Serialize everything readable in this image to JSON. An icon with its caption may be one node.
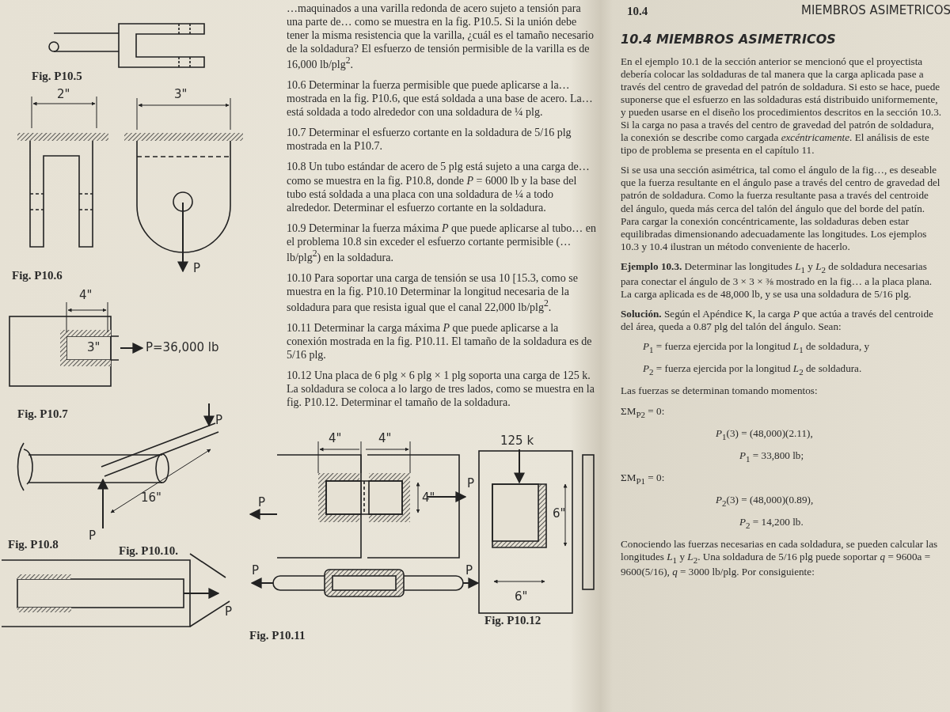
{
  "diagram": {
    "title": "10.4 MIEMBROS ASIMETRICOS",
    "labels": [
      "Fig. P10.5",
      "2\"",
      "3\"",
      "P",
      "Fig. P10.6",
      "4\"",
      "3\"",
      "P=36,000 lb",
      "Fig. P10.7",
      "P",
      "16\"",
      "P",
      "Fig. P10.8",
      "P",
      "…maquinados a una varilla redonda de acero sujeto a tensión para una parte de… como se muestra en la fig. P10.5. Si la unión debe tener la misma resistencia que la varilla, ¿cuál es el tamaño necesario de la soldadura? El esfuerzo de tensión permisible de la varilla es de 16,000 lb/plg$^{2}$.",
      "10.6 Determinar la fuerza permisible que puede aplicarse a la… mostrada en la fig. P10.6, que está soldada a una base de acero. La… está soldada a todo alrededor con una soldadura de ¼ plg.",
      "10.7 Determinar el esfuerzo cortante en la soldadura de 5/16 plg mostrada en la P10.7.",
      "10.8 Un tubo estándar de acero de 5 plg está sujeto a una carga de… como se muestra en la fig. P10.8, donde *P* = 6000 lb y la base del tubo está soldada a una placa con una soldadura de ¼ a todo alrededor. Determinar el esfuerzo cortante en la soldadura.",
      "10.9 Determinar la fuerza máxima *P* que puede aplicarse al tubo… en el problema 10.8 sin exceder el esfuerzo cortante permisible (… lb/plg$^{2}$) en la soldadura.",
      "10.10 Para soportar una carga de tensión se usa 10 [15.3, como se muestra en la fig. P10.10 Determinar la longitud necesaria de la soldadura para que resista igual que el canal 22,000 lb/plg$^{2}$.",
      "10.11 Determinar la carga máxima *P* que puede aplicarse a la conexión mostrada en la fig. P10.11. El tamaño de la soldadura es de 5/16 plg.",
      "10.12 Una placa de 6 plg × 6 plg × 1 plg soporta una carga de 125 k. La soldadura se coloca a lo largo de tres lados, como se muestra en la fig. P10.12. Determinar el tamaño de la soldadura.",
      "4\"",
      "4\"",
      "4\"",
      "P",
      "P",
      "125 k",
      "6\"",
      "6\"",
      "Fig. P10.10.",
      "P",
      "P",
      "Fig. P10.11",
      "Fig. P10.12",
      "10.4",
      "MIEMBROS ASIMETRICOS",
      "En el ejemplo 10.1 de la sección anterior se mencionó que el proyectista debería colocar las soldaduras de tal manera que la carga aplicada pase a través del centro de gravedad del patrón de soldadura. Si esto se hace, puede suponerse que el esfuerzo en las soldaduras está distribuido uniformemente, y pueden usarse en el diseño los procedimientos descritos en la sección 10.3. Si la carga no pasa a través del centro de gravedad del patrón de soldadura, la conexión se describe como cargada *excéntricamente*. El análisis de este tipo de problema se presenta en el capítulo 11.",
      "Si se usa una sección asimétrica, tal como el ángulo de la fig…, es deseable que la fuerza resultante en el ángulo pase a través del centro de gravedad del patrón de soldadura. Como la fuerza resultante pasa a través del centroide del ángulo, queda más cerca del talón del ángulo que del borde del patín. Para cargar la conexión concéntricamente, las soldaduras deben estar equilibradas dimensionando adecuadamente las longitudes. Los ejemplos 10.3 y 10.4 ilustran un método conveniente de hacerlo.",
      "**Ejemplo 10.3.** Determinar las longitudes *L*$_{1}$ y *L*$_{2}$ de soldadura necesarias para conectar el ángulo de 3 × 3 × ⅜ mostrado en la fig… a la placa plana. La carga aplicada es de 48,000 lb, y se usa una soldadura de 5/16 plg.",
      "**Solución.** Según el Apéndice K, la carga *P* que actúa a través del centroide del área, queda a 0.87 plg del talón del ángulo. Sean:",
      "*P*$_{1}$ = fuerza ejercida por la longitud *L*$_{1}$ de soldadura, y",
      "*P*$_{2}$ = fuerza ejercida por la longitud *L*$_{2}$ de soldadura.",
      "Las fuerzas se determinan tomando momentos:",
      "ΣM$_{P2}$ = 0:",
      "*P*$_{1}$(3) = (48,000)(2.11),",
      "*P*$_{1}$ = 33,800 lb;",
      "ΣM$_{P1}$ = 0:",
      "*P*$_{2}$(3) = (48,000)(0.89),",
      "*P*$_{2}$ = 14,200 lb.",
      "Conociendo las fuerzas necesarias en cada soldadura, se pueden calcular las longitudes *L*$_{1}$ y *L*$_{2}$. Una soldadura de 5/16 plg puede soportar *q* = 9600a = 9600(5/16), *q* = 3000 lb/plg. Por consiguiente:"
    ]
  }
}
